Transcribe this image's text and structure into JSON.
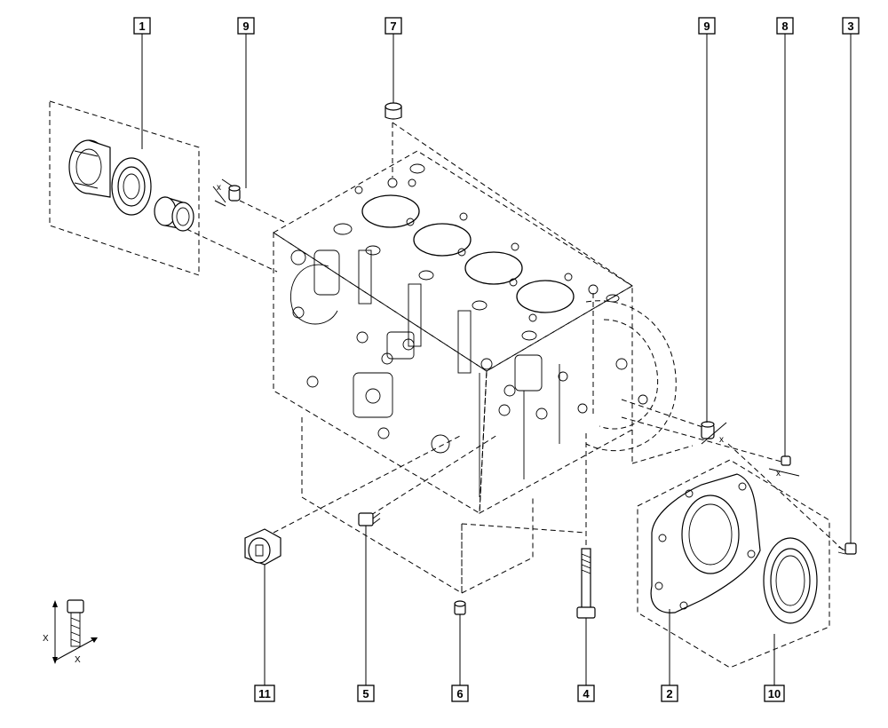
{
  "callouts": {
    "c1": "1",
    "c2": "2",
    "c3": "3",
    "c4": "4",
    "c5": "5",
    "c6": "6",
    "c7": "7",
    "c8": "8",
    "c9a": "9",
    "c9b": "9",
    "c10": "10",
    "c11": "11"
  },
  "dimension_labels": {
    "small_x": "x",
    "legend_x_vertical": "X",
    "legend_x_horizontal": "X"
  },
  "colors": {
    "line": "#000000",
    "background": "#ffffff"
  }
}
